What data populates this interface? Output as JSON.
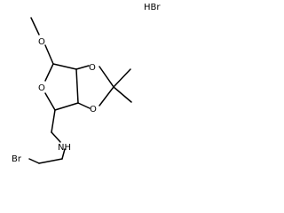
{
  "molecule": {
    "salt": "HBr",
    "atoms": {
      "ring_ether_o": "O",
      "methoxy_o": "O",
      "dioxolane_o_upper": "O",
      "dioxolane_o_lower": "O",
      "amine": "NH",
      "bromine": "Br"
    }
  }
}
